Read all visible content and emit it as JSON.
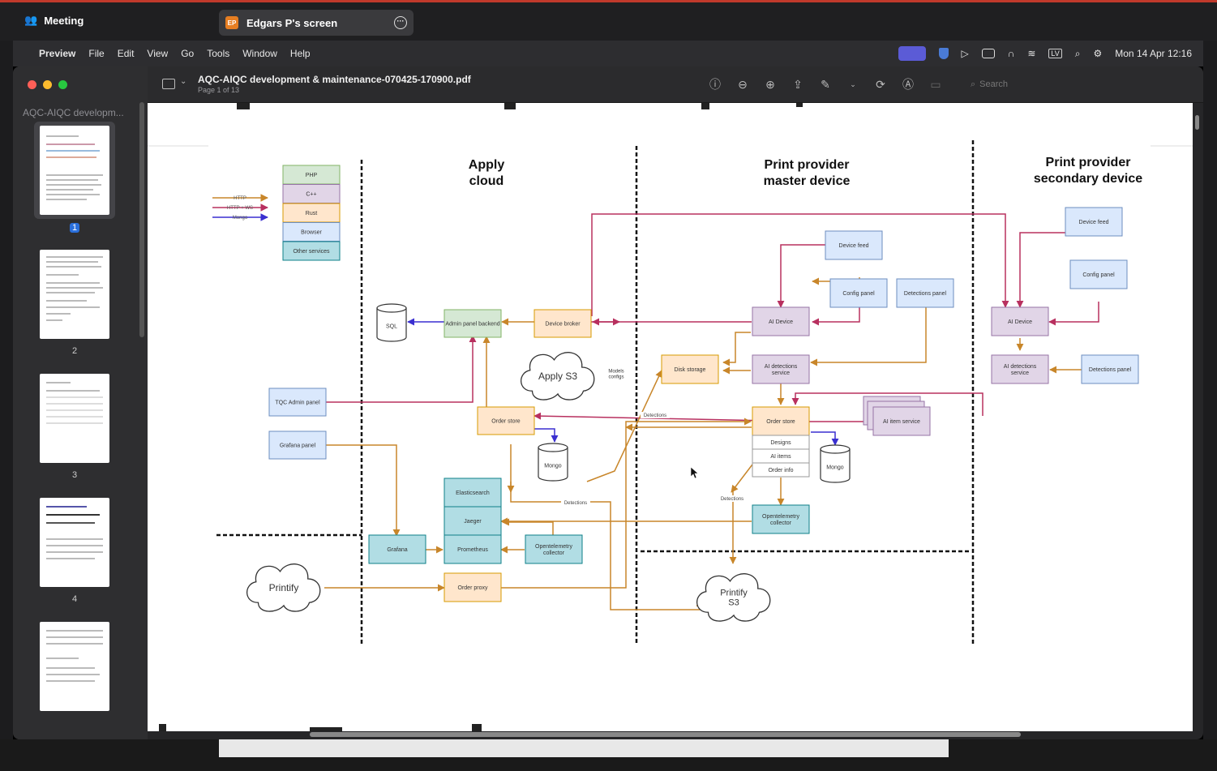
{
  "meeting": {
    "title": "Meeting",
    "share_badge": "EP",
    "share_label": "Edgars P's screen"
  },
  "menubar": {
    "app": "Preview",
    "items": [
      "File",
      "Edit",
      "View",
      "Go",
      "Tools",
      "Window",
      "Help"
    ],
    "status": {
      "lang": "LV",
      "clock": "Mon 14 Apr  12:16"
    }
  },
  "window": {
    "doc_title": "AQC-AIQC development & maintenance-070425-170900.pdf",
    "page_info": "Page 1 of 13",
    "search_placeholder": "Search",
    "sidebar_title": "AQC-AIQC developm...",
    "pages": [
      "1",
      "2",
      "3",
      "4"
    ]
  },
  "diagram": {
    "sections": {
      "cloud": [
        "Apply",
        "cloud"
      ],
      "master": [
        "Print provider",
        "master device"
      ],
      "secondary": [
        "Print provider",
        "secondary device"
      ]
    },
    "legend": {
      "arrows": [
        "HTTP",
        "HTTP + WS",
        "Mongo"
      ],
      "colors": [
        "PHP",
        "C++",
        "Rust",
        "Browser",
        "Other services"
      ]
    },
    "nodes": {
      "sql": "SQL",
      "admin_backend": "Admin panel backend",
      "device_broker": "Device broker",
      "apply_s3": "Apply S3",
      "models_configs": [
        "Models",
        "configs"
      ],
      "disk_storage": "Disk storage",
      "tqc_admin": "TQC Admin panel",
      "grafana_panel": "Grafana panel",
      "order_store_cloud": "Order store",
      "mongo_cloud": "Mongo",
      "elasticsearch": "Elasticsearch",
      "jaeger": "Jaeger",
      "prometheus": "Prometheus",
      "otel_cloud": [
        "Opentelemetry",
        "collector"
      ],
      "grafana": "Grafana",
      "printify": "Printify",
      "order_proxy": "Order proxy",
      "device_feed_m": "Device feed",
      "config_panel_m": "Config panel",
      "detections_panel_m": "Detections panel",
      "ai_device_m": "AI Device",
      "ai_det_service_m": [
        "AI detections",
        "service"
      ],
      "order_store_m": "Order store",
      "designs": "Designs",
      "ai_items": "AI items",
      "order_info": "Order info",
      "ai_item_service": "AI item service",
      "mongo_m": "Mongo",
      "otel_m": [
        "Opentelemetry",
        "collector"
      ],
      "printify_s3": [
        "Printify",
        "S3"
      ],
      "device_feed_s": "Device feed",
      "config_panel_s": "Config panel",
      "ai_device_s": "AI Device",
      "ai_det_service_s": [
        "AI detections",
        "service"
      ],
      "detections_panel_s": "Detections panel",
      "detections_label": "Detections"
    }
  },
  "colors": {
    "http": "#c8862a",
    "ws": "#b8305f",
    "mongo": "#3a2fd0",
    "php": "#d5e8d4",
    "cpp": "#e1d5e7",
    "rust": "#ffe6cc",
    "browser": "#dae8fc",
    "other": "#b1dde4"
  }
}
